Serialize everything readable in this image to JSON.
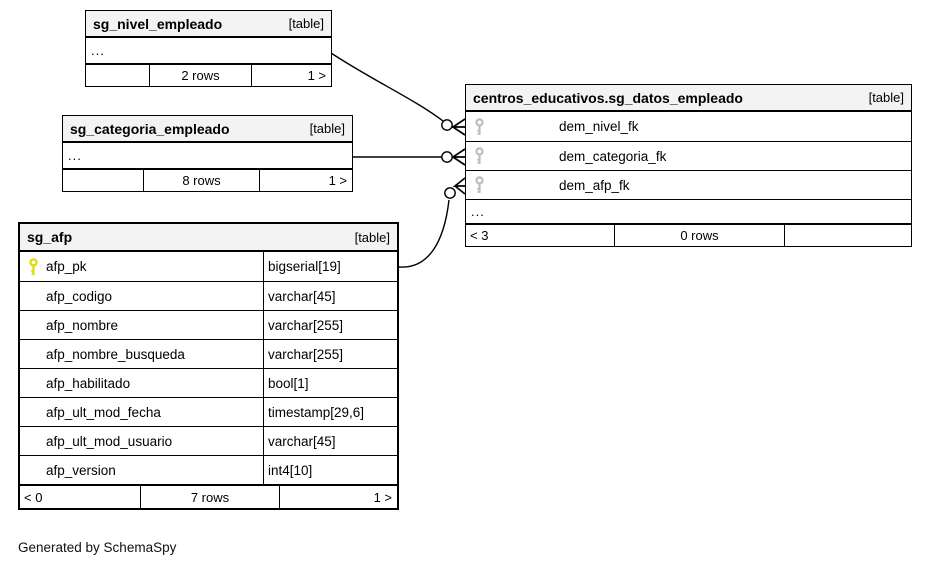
{
  "diagram": {
    "generated_by": "Generated by SchemaSpy",
    "badge": "[table]"
  },
  "colors": {
    "header_bg": "#f3f3f3",
    "border": "#000000",
    "primary_key": "#dcdc00",
    "foreign_key": "#bdbdbd"
  },
  "tables": [
    {
      "name": "sg_nivel_empleado",
      "badge": "[table]",
      "ellipsis": "...",
      "footer": {
        "left": "",
        "center": "2 rows",
        "right": "1 >"
      }
    },
    {
      "name": "sg_categoria_empleado",
      "badge": "[table]",
      "ellipsis": "...",
      "footer": {
        "left": "",
        "center": "8 rows",
        "right": "1 >"
      }
    },
    {
      "name": "sg_afp",
      "badge": "[table]",
      "columns": [
        {
          "name": "afp_pk",
          "type": "bigserial[19]",
          "key": "primary"
        },
        {
          "name": "afp_codigo",
          "type": "varchar[45]",
          "key": ""
        },
        {
          "name": "afp_nombre",
          "type": "varchar[255]",
          "key": ""
        },
        {
          "name": "afp_nombre_busqueda",
          "type": "varchar[255]",
          "key": ""
        },
        {
          "name": "afp_habilitado",
          "type": "bool[1]",
          "key": ""
        },
        {
          "name": "afp_ult_mod_fecha",
          "type": "timestamp[29,6]",
          "key": ""
        },
        {
          "name": "afp_ult_mod_usuario",
          "type": "varchar[45]",
          "key": ""
        },
        {
          "name": "afp_version",
          "type": "int4[10]",
          "key": ""
        }
      ],
      "footer": {
        "left": "< 0",
        "center": "7 rows",
        "right": "1 >"
      }
    },
    {
      "name": "centros_educativos.sg_datos_empleado",
      "badge": "[table]",
      "columns": [
        {
          "name": "dem_nivel_fk",
          "key": "foreign"
        },
        {
          "name": "dem_categoria_fk",
          "key": "foreign"
        },
        {
          "name": "dem_afp_fk",
          "key": "foreign"
        }
      ],
      "ellipsis": "...",
      "footer": {
        "left": "< 3",
        "center": "0 rows",
        "right": ""
      }
    }
  ],
  "relationships": [
    {
      "from_table": "sg_nivel_empleado",
      "to_table": "centros_educativos.sg_datos_empleado",
      "to_column": "dem_nivel_fk"
    },
    {
      "from_table": "sg_categoria_empleado",
      "to_table": "centros_educativos.sg_datos_empleado",
      "to_column": "dem_categoria_fk"
    },
    {
      "from_table": "sg_afp",
      "from_column": "afp_pk",
      "to_table": "centros_educativos.sg_datos_empleado",
      "to_column": "dem_afp_fk"
    }
  ]
}
